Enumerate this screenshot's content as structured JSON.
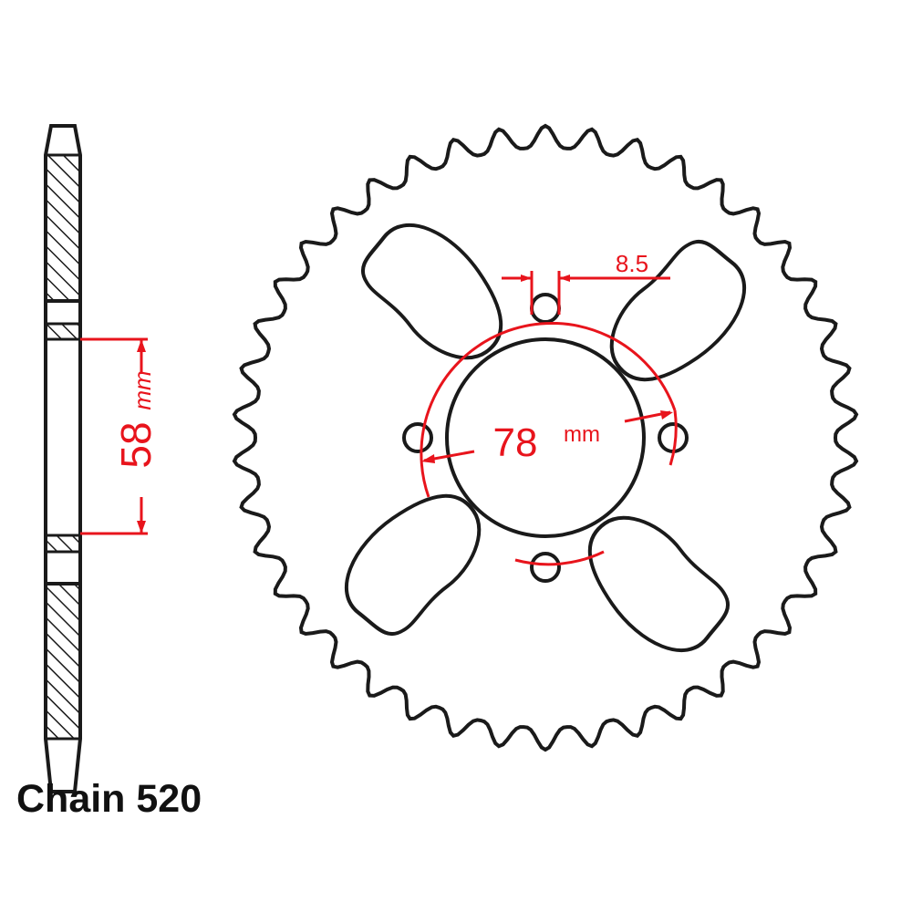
{
  "diagram": {
    "caption": "Chain 520",
    "side_view": {
      "dimension_value": "58",
      "dimension_unit": "mm"
    },
    "front_view": {
      "pcd_value": "78",
      "pcd_unit": "mm",
      "bolt_hole_label": "8.5",
      "bolt_holes": 4,
      "lightening_slots": 4
    },
    "colors": {
      "outline": "#1a1a1a",
      "dimension": "#e8141c"
    }
  }
}
